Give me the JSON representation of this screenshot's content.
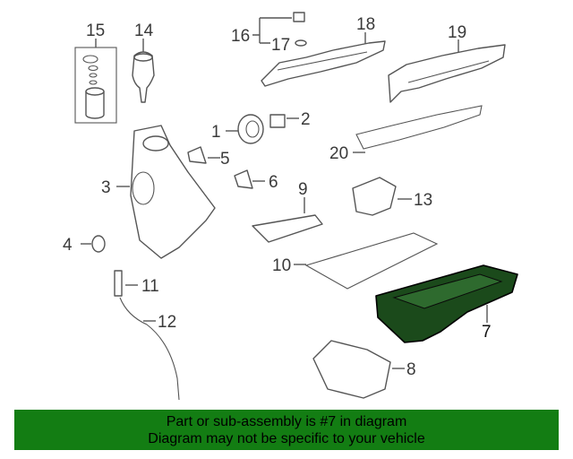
{
  "callouts": {
    "c1": "1",
    "c2": "2",
    "c3": "3",
    "c4": "4",
    "c5": "5",
    "c6": "6",
    "c7": "7",
    "c8": "8",
    "c9": "9",
    "c10": "10",
    "c11": "11",
    "c12": "12",
    "c13": "13",
    "c14": "14",
    "c15": "15",
    "c16": "16",
    "c17": "17",
    "c18": "18",
    "c19": "19",
    "c20": "20"
  },
  "highlight_color": "#1b4a1b",
  "banner": {
    "line1": "Part or sub-assembly is #7 in diagram",
    "line2": "Diagram may not be specific to your vehicle",
    "background": "#137d13"
  }
}
